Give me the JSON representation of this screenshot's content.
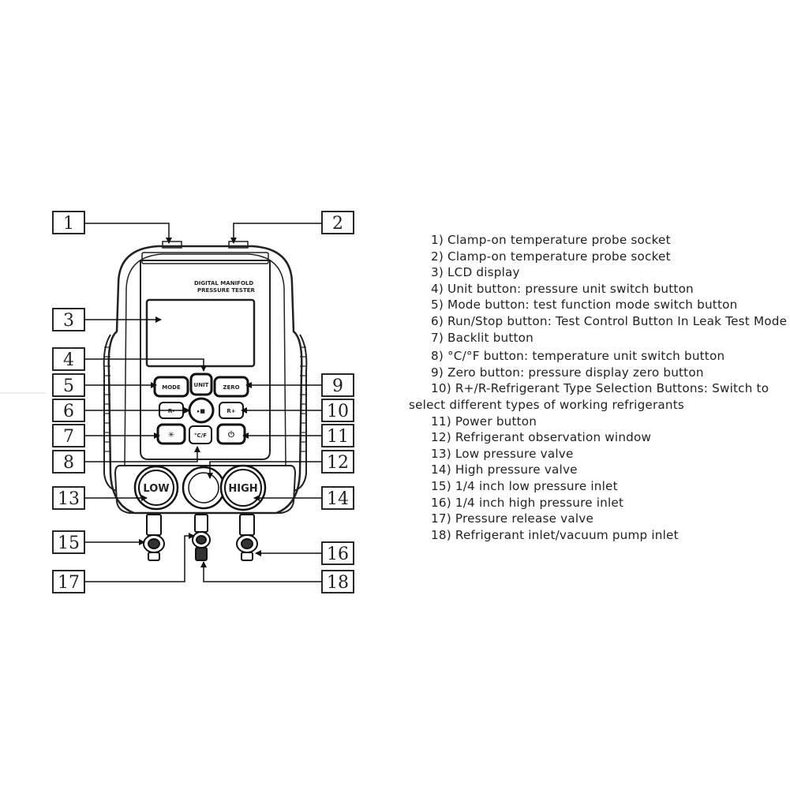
{
  "device": {
    "title_line1": "DIGITAL MANIFOLD",
    "title_line2": "PRESSURE TESTER",
    "buttons": {
      "mode": "MODE",
      "unit": "UNIT",
      "zero": "ZERO",
      "r_minus": "R-",
      "r_plus": "R+",
      "cf": "°C/F",
      "backlight": "✳",
      "power": "⏻",
      "run_stop": "▸■"
    },
    "valves": {
      "low": "LOW",
      "high": "HIGH"
    }
  },
  "callouts": [
    "1",
    "2",
    "3",
    "4",
    "5",
    "6",
    "7",
    "8",
    "9",
    "10",
    "11",
    "12",
    "13",
    "14",
    "15",
    "16",
    "17",
    "18"
  ],
  "legend": [
    "1) Clamp-on temperature probe socket",
    "2) Clamp-on temperature probe socket",
    "3) LCD display",
    "4) Unit button: pressure unit switch button",
    "5) Mode button: test function mode switch button",
    "6) Run/Stop button: Test Control Button In Leak Test Mode",
    "7)  Backlit button",
    "8) °C/°F button: temperature unit switch button",
    "9) Zero button: pressure display zero button",
    "10) R+/R-Refrigerant Type Selection Buttons: Switch to select different types of working refrigerants",
    "11) Power button",
    "12) Refrigerant observation window",
    "13) Low pressure valve",
    "14) High pressure valve",
    "15) 1/4 inch low pressure inlet",
    "16) 1/4 inch high pressure inlet",
    "17) Pressure release valve",
    "18) Refrigerant inlet/vacuum pump inlet"
  ]
}
